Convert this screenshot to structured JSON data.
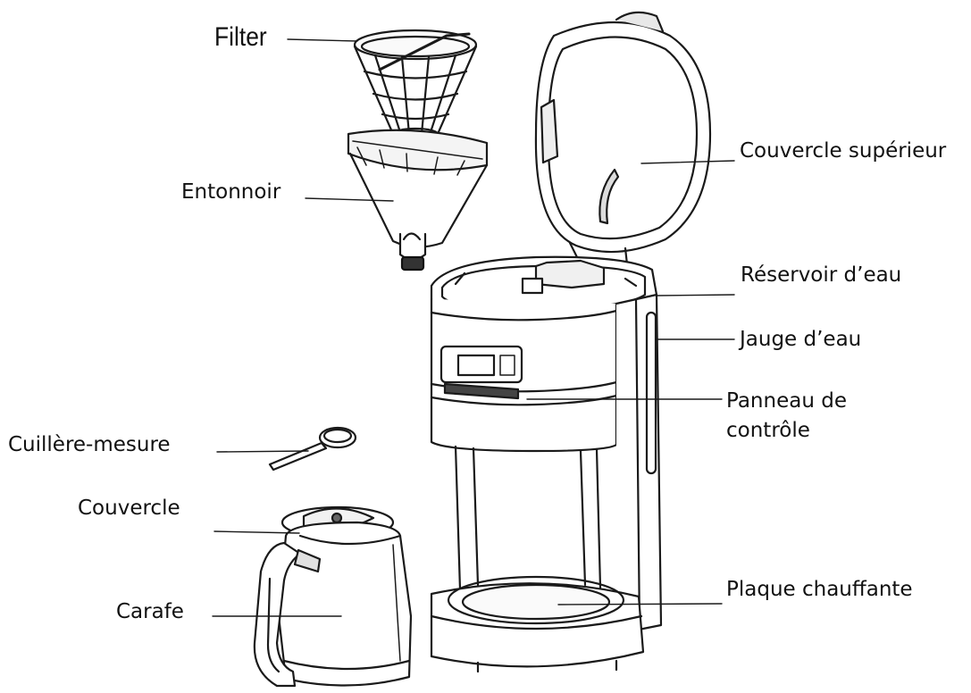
{
  "diagram": {
    "labels": {
      "filter": "Filter",
      "funnel": "Entonnoir",
      "top_lid": "Couvercle supérieur",
      "water_tank": "Réservoir d’eau",
      "water_gauge": "Jauge d’eau",
      "control_panel": "Panneau de contrôle",
      "measuring_spoon": "Cuillère-mesure",
      "carafe_lid": "Couvercle",
      "carafe": "Carafe",
      "warming_plate": "Plaque chauffante"
    },
    "colors": {
      "line": "#1a1a1a",
      "shade": "#d8d8d8",
      "text": "#111111"
    }
  }
}
